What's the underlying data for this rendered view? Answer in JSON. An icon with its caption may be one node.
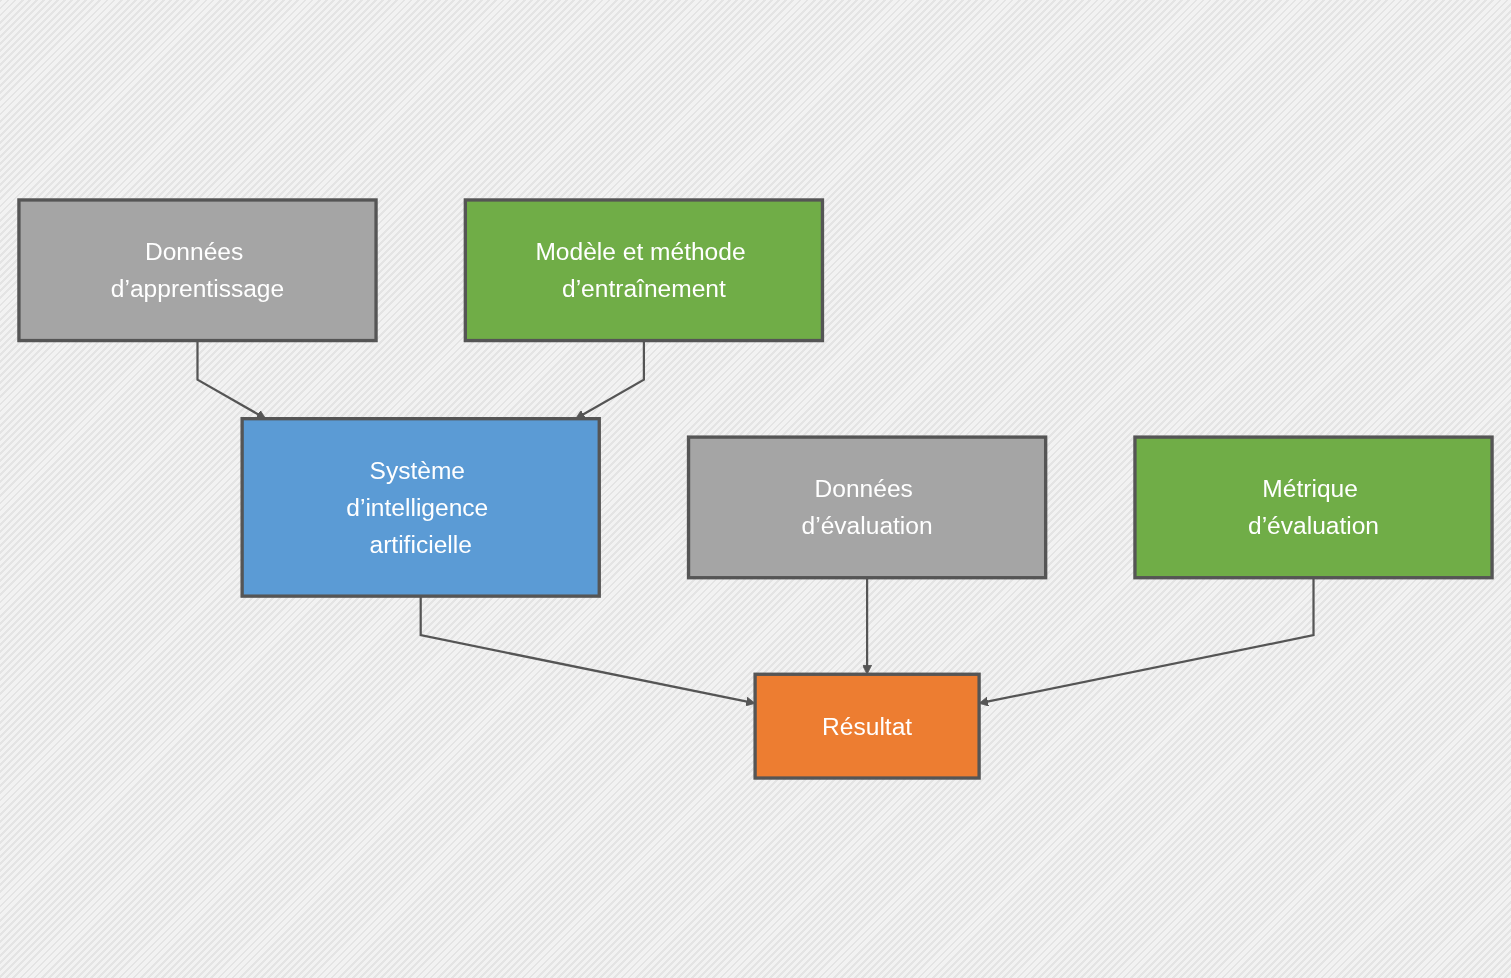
{
  "diagram": {
    "nodes": [
      {
        "text": [
          "Données d’apprentissage"
        ]
      },
      {
        "text": [
          "Modèle et méthode d’entraînement"
        ]
      },
      {
        "text": [
          "Système d’intelligence artificielle"
        ]
      },
      {
        "text": [
          "Données d’évaluation"
        ]
      },
      {
        "text": [
          "Métrique d’évaluation"
        ]
      },
      {
        "text": [
          "Résultat"
        ]
      }
    ],
    "edges": [
      {
        "from": 0,
        "to": 2,
        "arrow": "to"
      },
      {
        "from": 1,
        "to": 2,
        "arrow": "to"
      },
      {
        "from": 2,
        "to": 5,
        "arrow": "to"
      },
      {
        "from": 3,
        "to": 5,
        "arrow": "to"
      },
      {
        "from": 4,
        "to": 5,
        "arrow": "to"
      }
    ]
  }
}
